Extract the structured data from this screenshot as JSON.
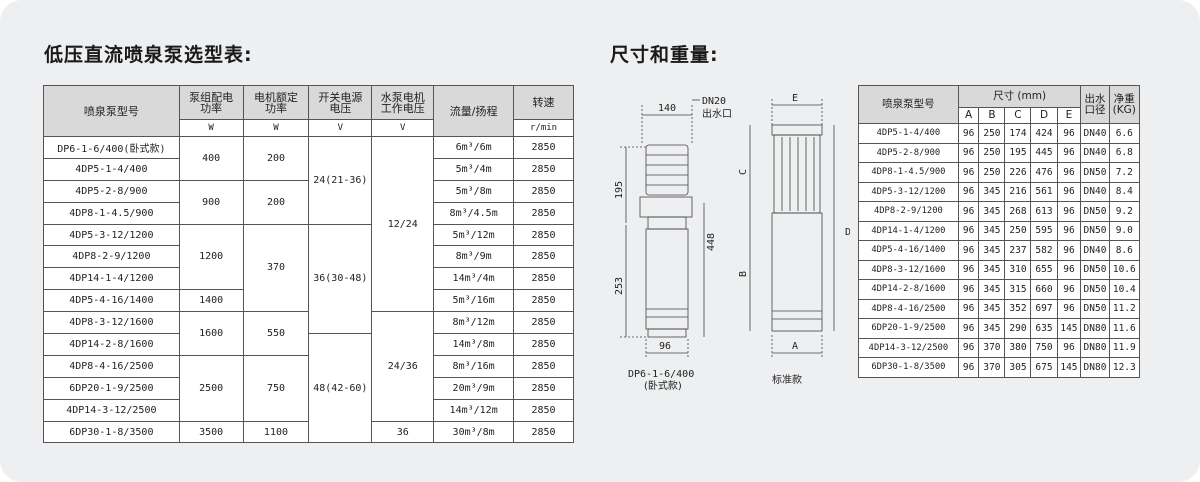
{
  "left_title": "低压直流喷泉泵选型表:",
  "right_title": "尺寸和重量:",
  "selection_table": {
    "headers": {
      "model": "喷泉泵型号",
      "power": "泵组配电\n功率",
      "rated_power": "电机额定\n功率",
      "switch_voltage": "开关电源\n电压",
      "motor_voltage": "水泵电机\n工作电压",
      "flow_head": "流量/扬程",
      "speed": "转速"
    },
    "units": {
      "power": "W",
      "rated_power": "W",
      "switch_voltage": "V",
      "motor_voltage": "V",
      "speed": "r/min"
    },
    "models": [
      "DP6-1-6/400(卧式款)",
      "4DP5-1-4/400",
      "4DP5-2-8/900",
      "4DP8-1-4.5/900",
      "4DP5-3-12/1200",
      "4DP8-2-9/1200",
      "4DP14-1-4/1200",
      "4DP5-4-16/1400",
      "4DP8-3-12/1600",
      "4DP14-2-8/1600",
      "4DP8-4-16/2500",
      "6DP20-1-9/2500",
      "4DP14-3-12/2500",
      "6DP30-1-8/3500"
    ],
    "power_groups": [
      [
        "400",
        2
      ],
      [
        "900",
        2
      ],
      [
        "1200",
        3
      ],
      [
        "1400",
        1
      ],
      [
        "1600",
        2
      ],
      [
        "2500",
        3
      ],
      [
        "3500",
        1
      ]
    ],
    "rated_groups": [
      [
        "200",
        2
      ],
      [
        "200",
        2
      ],
      [
        "370",
        4
      ],
      [
        "550",
        2
      ],
      [
        "750",
        3
      ],
      [
        "1100",
        1
      ]
    ],
    "switch_groups": [
      [
        "24(21-36)",
        4
      ],
      [
        "36(30-48)",
        5
      ],
      [
        "48(42-60)",
        5
      ]
    ],
    "motor_groups": [
      [
        "12/24",
        8
      ],
      [
        "24/36",
        5
      ],
      [
        "36",
        1
      ]
    ],
    "flow_head": [
      "6m³/6m",
      "5m³/4m",
      "5m³/8m",
      "8m³/4.5m",
      "5m³/12m",
      "8m³/9m",
      "14m³/4m",
      "5m³/16m",
      "8m³/12m",
      "14m³/8m",
      "8m³/16m",
      "20m³/9m",
      "14m³/12m",
      "30m³/8m"
    ],
    "speed": [
      "2850",
      "2850",
      "2850",
      "2850",
      "2850",
      "2850",
      "2850",
      "2850",
      "2850",
      "2850",
      "2850",
      "2850",
      "2850",
      "2850"
    ]
  },
  "drawing": {
    "dn_label_1": "DN20",
    "dn_label_2": "出水口",
    "dim_140": "140",
    "dim_195": "195",
    "dim_253": "253",
    "dim_448": "448",
    "dim_96": "96",
    "caption_1": "DP6-1-6/400",
    "caption_2": "(卧式款)",
    "letter_e": "E",
    "letter_c": "C",
    "letter_b": "B",
    "letter_d": "D",
    "letter_a": "A",
    "caption_std": "标准款"
  },
  "dimension_table": {
    "headers": {
      "model": "喷泉泵型号",
      "size": "尺寸 (mm)",
      "outlet": "出水\n口径",
      "weight": "净重\n(KG)",
      "cols": [
        "A",
        "B",
        "C",
        "D",
        "E"
      ]
    },
    "rows": [
      [
        "4DP5-1-4/400",
        "96",
        "250",
        "174",
        "424",
        "96",
        "DN40",
        "6.6"
      ],
      [
        "4DP5-2-8/900",
        "96",
        "250",
        "195",
        "445",
        "96",
        "DN40",
        "6.8"
      ],
      [
        "4DP8-1-4.5/900",
        "96",
        "250",
        "226",
        "476",
        "96",
        "DN50",
        "7.2"
      ],
      [
        "4DP5-3-12/1200",
        "96",
        "345",
        "216",
        "561",
        "96",
        "DN40",
        "8.4"
      ],
      [
        "4DP8-2-9/1200",
        "96",
        "345",
        "268",
        "613",
        "96",
        "DN50",
        "9.2"
      ],
      [
        "4DP14-1-4/1200",
        "96",
        "345",
        "250",
        "595",
        "96",
        "DN50",
        "9.0"
      ],
      [
        "4DP5-4-16/1400",
        "96",
        "345",
        "237",
        "582",
        "96",
        "DN40",
        "8.6"
      ],
      [
        "4DP8-3-12/1600",
        "96",
        "345",
        "310",
        "655",
        "96",
        "DN50",
        "10.6"
      ],
      [
        "4DP14-2-8/1600",
        "96",
        "345",
        "315",
        "660",
        "96",
        "DN50",
        "10.4"
      ],
      [
        "4DP8-4-16/2500",
        "96",
        "345",
        "352",
        "697",
        "96",
        "DN50",
        "11.2"
      ],
      [
        "6DP20-1-9/2500",
        "96",
        "345",
        "290",
        "635",
        "145",
        "DN80",
        "11.6"
      ],
      [
        "4DP14-3-12/2500",
        "96",
        "370",
        "380",
        "750",
        "96",
        "DN80",
        "11.9"
      ],
      [
        "6DP30-1-8/3500",
        "96",
        "370",
        "305",
        "675",
        "145",
        "DN80",
        "12.3"
      ]
    ]
  }
}
